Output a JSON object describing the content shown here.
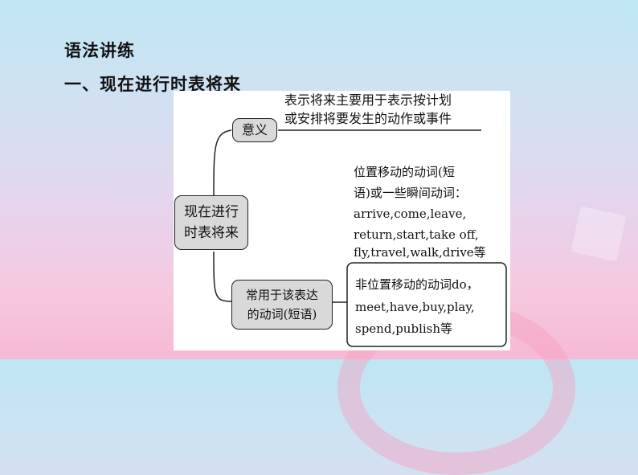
{
  "page": {
    "heading_1": "语法讲练",
    "heading_2": "一、现在进行时表将来"
  },
  "diagram": {
    "root": {
      "line1": "现在进行",
      "line2": "时表将来"
    },
    "meaning": {
      "label": "意义",
      "text_line1": "表示将来主要用于表示按计划",
      "text_line2": "或安排将要发生的动作或事件"
    },
    "verbs": {
      "label_line1": "常用于该表达",
      "label_line2": "的动词(短语)",
      "moving": [
        "位置移动的动词(短",
        "语)或一些瞬间动词：",
        "arrive,come,leave,",
        "return,start,take off,",
        "fly,travel,walk,drive等"
      ],
      "non_moving": [
        "非位置移动的动词do，",
        "meet,have,buy,play,",
        "spend,publish等"
      ]
    }
  },
  "colors": {
    "node_fill": "#d9d9d9",
    "line": "#222222"
  }
}
